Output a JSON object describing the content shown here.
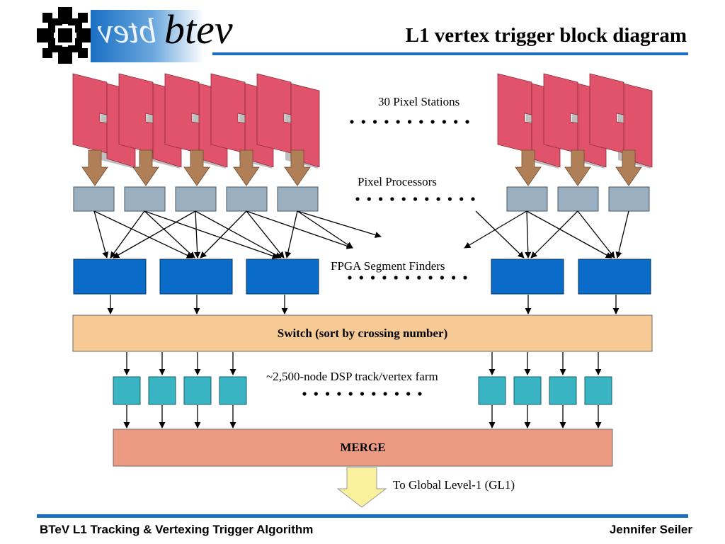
{
  "header": {
    "title": "L1 vertex trigger block diagram",
    "logo_text": "btev",
    "logo_text_mirrored": "btev"
  },
  "labels": {
    "pixel_stations": "30 Pixel Stations",
    "pixel_processors": "Pixel Processors",
    "segment_finders": "FPGA Segment Finders",
    "dsp_farm": "~2,500-node DSP track/vertex farm",
    "global_level": "To Global Level-1 (GL1)"
  },
  "switch_label": "Switch (sort by crossing number)",
  "merge_label": "MERGE",
  "footer": {
    "left": "BTeV L1 Tracking & Vertexing Trigger Algorithm",
    "right": "Jennifer Seiler"
  },
  "colors": {
    "accent_line": "#1a6fc4",
    "pixel_station": "#e0536b",
    "processor": "#9aafbf",
    "segment_finder": "#0a6cc8",
    "switch": "#f7c995",
    "dsp_node": "#38b4c2",
    "merge": "#ec9a82",
    "down_arrow": "#b07f58",
    "output_arrow": "#fbf19d"
  }
}
